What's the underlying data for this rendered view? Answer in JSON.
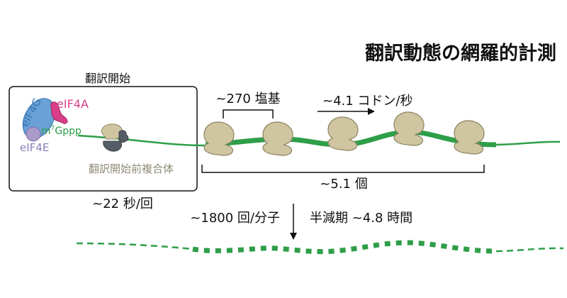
{
  "title": "翻訳動態の網羅的計測",
  "box_label": "翻訳開始",
  "factors": {
    "eif4g": "eIF4G",
    "eif4a": "eIF4A",
    "eif4e": "eIF4E",
    "cap_m": "m",
    "cap_sup": "7",
    "cap_rest": "Gppp"
  },
  "complex_label": "翻訳開始前複合体",
  "initiation_rate": "~22 秒/回",
  "spacing_label": "~270 塩基",
  "speed_label": "~4.1 コドン/秒",
  "ribosome_count": "~5.1 個",
  "total_translation": "~1800 回/分子",
  "half_life": "半減期 ~4.8 時間",
  "colors": {
    "mrna": "#2e9e48",
    "ribosome": "#cfc5a0",
    "ribosome_stroke": "#8c8460",
    "eif4g": "#6aa1d6",
    "eif4a": "#d83f86",
    "eif4e": "#a99ac9",
    "complex_text": "#8f8a75",
    "text": "#111111"
  }
}
